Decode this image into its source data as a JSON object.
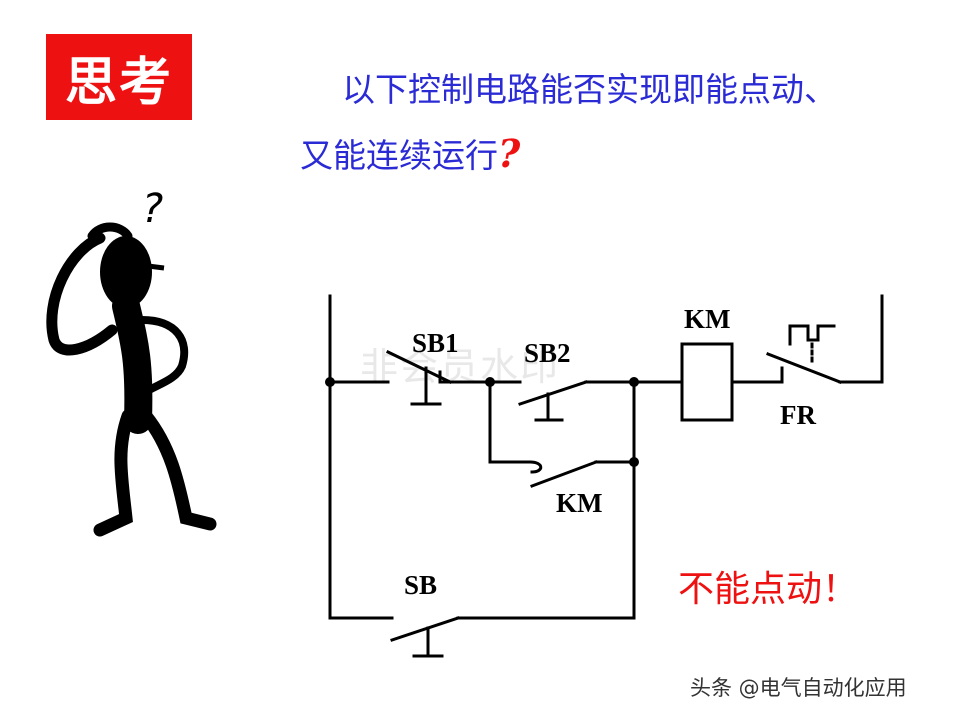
{
  "badge": {
    "text": "思考"
  },
  "question": {
    "line1": "以下控制电路能否实现即能点动、",
    "line2": "又能连续运行",
    "mark": "?"
  },
  "figure": {
    "thinking_mark": "?"
  },
  "circuit": {
    "labels": {
      "sb1": "SB1",
      "sb2": "SB2",
      "km_coil": "KM",
      "fr": "FR",
      "km_contact": "KM",
      "sb": "SB"
    }
  },
  "conclusion": "不能点动！",
  "watermark": "非会员水印",
  "footer": "头条 @电气自动化应用",
  "colors": {
    "badge_bg": "#ee1111",
    "question_text": "#2b2bd6",
    "accent_red": "#ee1111",
    "line": "#000000"
  }
}
